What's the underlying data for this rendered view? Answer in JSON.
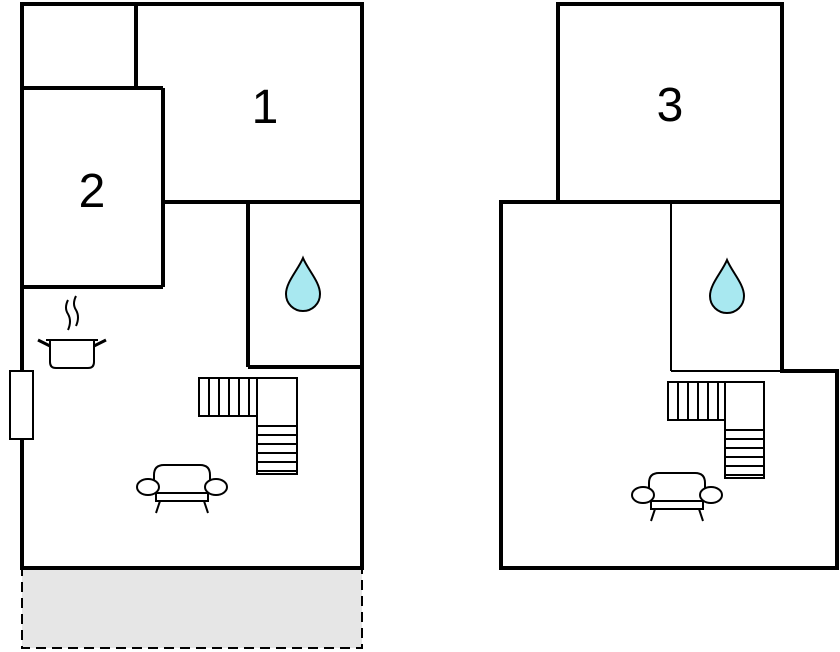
{
  "plans": [
    {
      "rooms": [
        {
          "label": "1"
        },
        {
          "label": "2"
        }
      ],
      "icons": [
        "bathroom-water-drop-icon",
        "kitchen-pot-icon",
        "stairs-icon",
        "armchair-icon",
        "window-icon"
      ],
      "terrace": "dashed-grey-area"
    },
    {
      "rooms": [
        {
          "label": "3"
        }
      ],
      "icons": [
        "bathroom-water-drop-icon",
        "stairs-icon",
        "armchair-icon"
      ]
    }
  ],
  "colors": {
    "wall": "#000000",
    "water": "#a8e8f0",
    "terrace": "#e6e6e6",
    "background": "#ffffff"
  }
}
